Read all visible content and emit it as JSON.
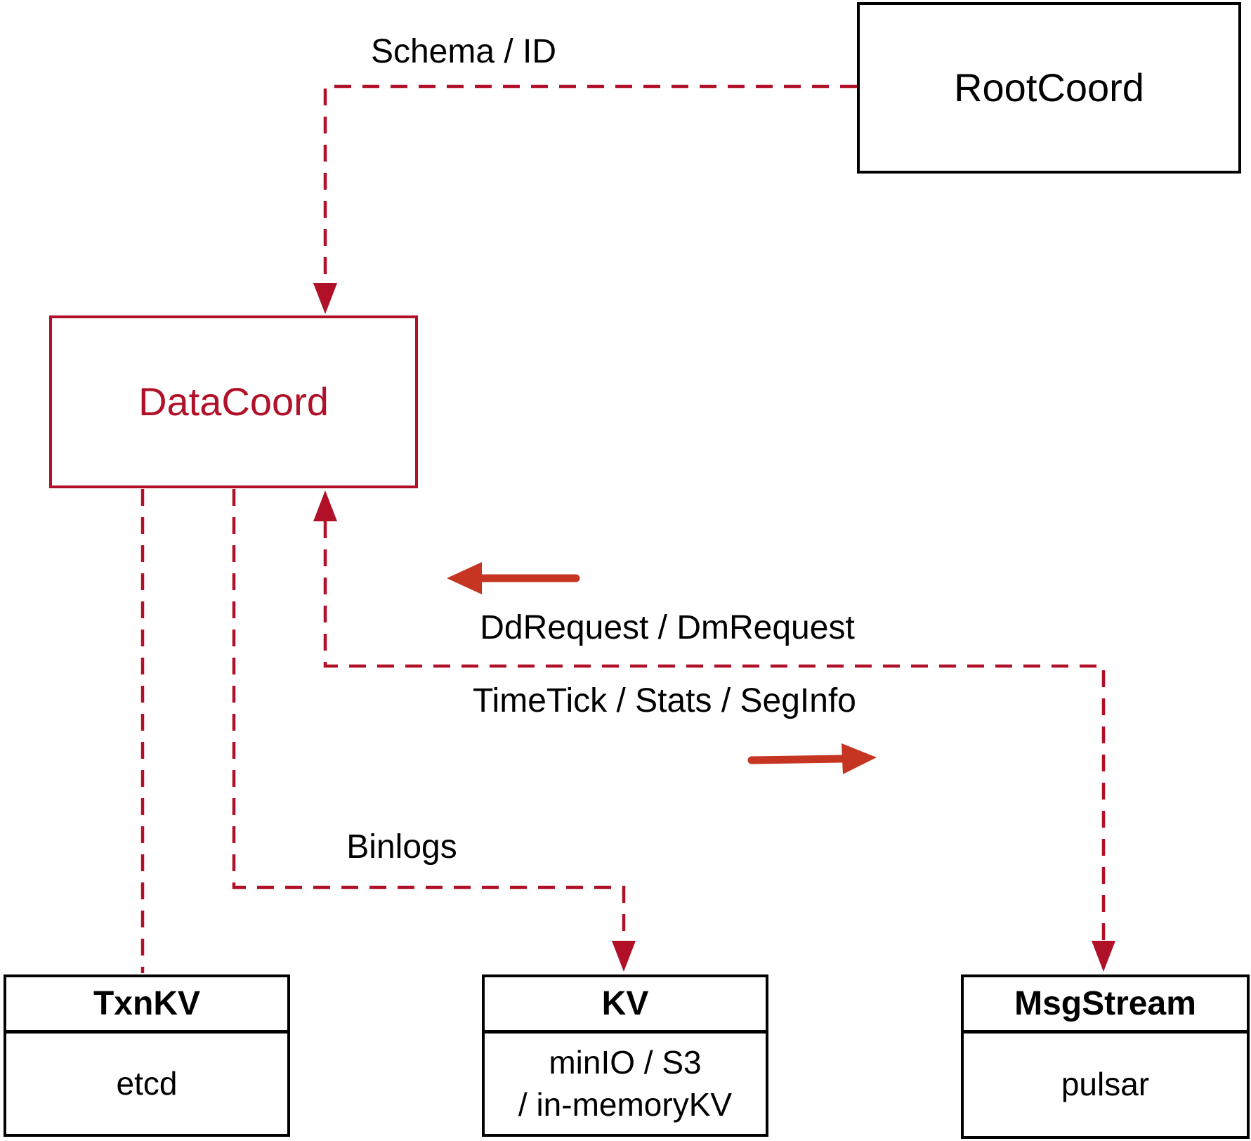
{
  "diagram": {
    "nodes": {
      "rootcoord": {
        "label": "RootCoord"
      },
      "datacoord": {
        "label": "DataCoord"
      },
      "txnkv": {
        "title": "TxnKV",
        "body": "etcd"
      },
      "kv": {
        "title": "KV",
        "body_line1": "minIO / S3",
        "body_line2": "/ in-memoryKV"
      },
      "msgstream": {
        "title": "MsgStream",
        "body": "pulsar"
      }
    },
    "edges": {
      "schema_id": {
        "label": "Schema / ID"
      },
      "dd_dm_request": {
        "label": "DdRequest / DmRequest"
      },
      "timetick_stats_seginfo": {
        "label": "TimeTick / Stats / SegInfo"
      },
      "binlogs": {
        "label": "Binlogs"
      }
    },
    "colors": {
      "dashed_line": "#b01128",
      "datacoord_accent": "#b01128",
      "solid_arrow": "#c53522",
      "box_border": "#000000",
      "text": "#000000",
      "background": "#ffffff"
    }
  }
}
